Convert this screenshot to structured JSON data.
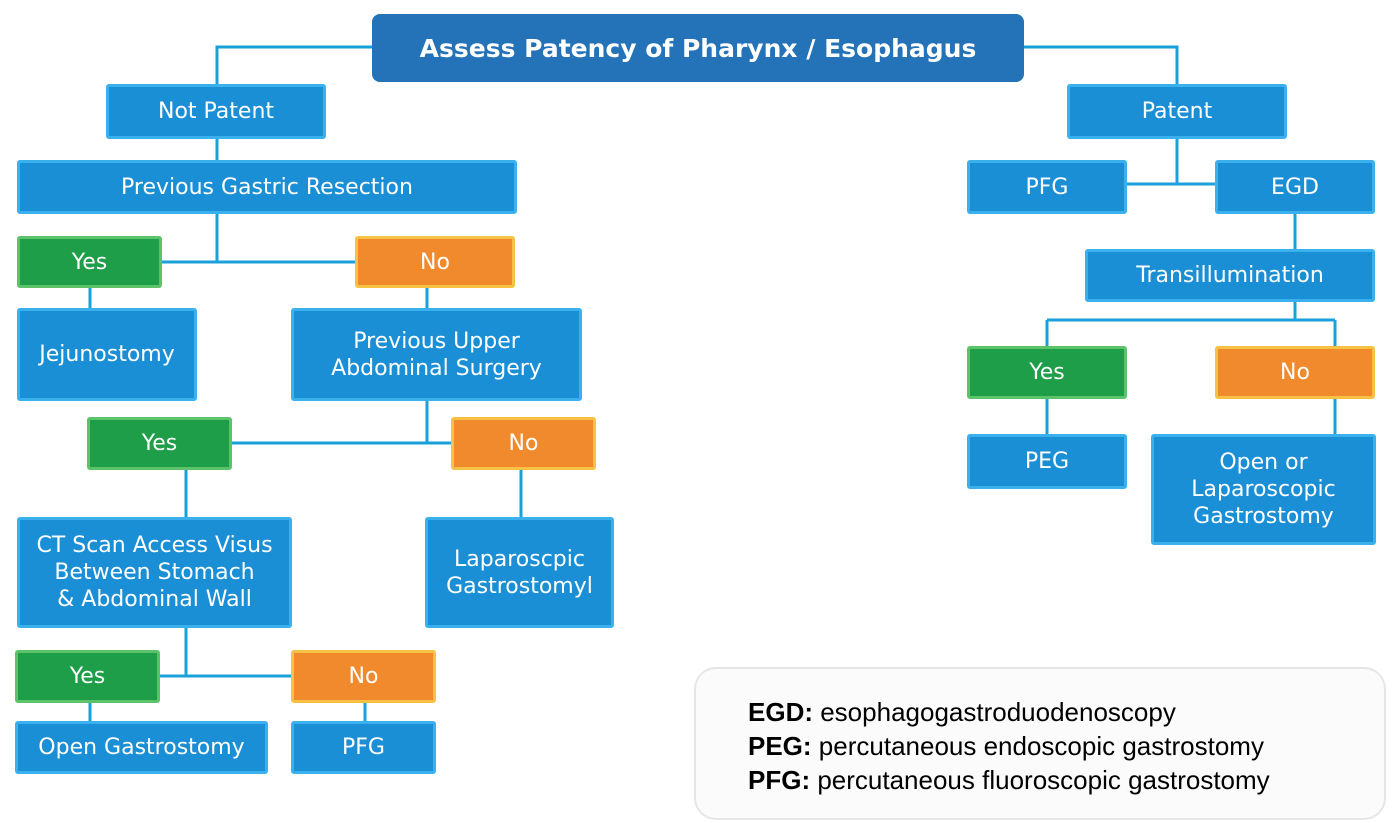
{
  "colors": {
    "connector": "#1aa0da",
    "blue": "#1a8fd6",
    "green": "#1e9e48",
    "orange": "#f08a2c",
    "title": "#2472b8"
  },
  "nodes": {
    "root": "Assess Patency of Pharynx / Esophagus",
    "not_patent": "Not Patent",
    "patent": "Patent",
    "prev_gastric_resection": "Previous Gastric Resection",
    "resection_yes": "Yes",
    "resection_no": "No",
    "jejunostomy": "Jejunostomy",
    "prev_upper_abdominal_surgery": "Previous Upper\nAbdominal Surgery",
    "surgery_yes": "Yes",
    "surgery_no": "No",
    "ct_scan": "CT Scan Access Visus\nBetween Stomach\n& Abdominal Wall",
    "laparoscopic_gastrostomy_left": "Laparoscpic\nGastrostomyl",
    "ct_yes": "Yes",
    "ct_no": "No",
    "open_gastrostomy": "Open Gastrostomy",
    "pfg_bottom": "PFG",
    "pfg_top": "PFG",
    "egd": "EGD",
    "transillumination": "Transillumination",
    "trans_yes": "Yes",
    "trans_no": "No",
    "peg": "PEG",
    "open_or_laparoscopic": "Open or\nLaparoscopic\nGastrostomy"
  },
  "legend": [
    {
      "term": "EGD:",
      "definition": " esophagogastroduodenoscopy"
    },
    {
      "term": "PEG:",
      "definition": " percutaneous endoscopic gastrostomy"
    },
    {
      "term": "PFG:",
      "definition": " percutaneous fluoroscopic gastrostomy"
    }
  ]
}
